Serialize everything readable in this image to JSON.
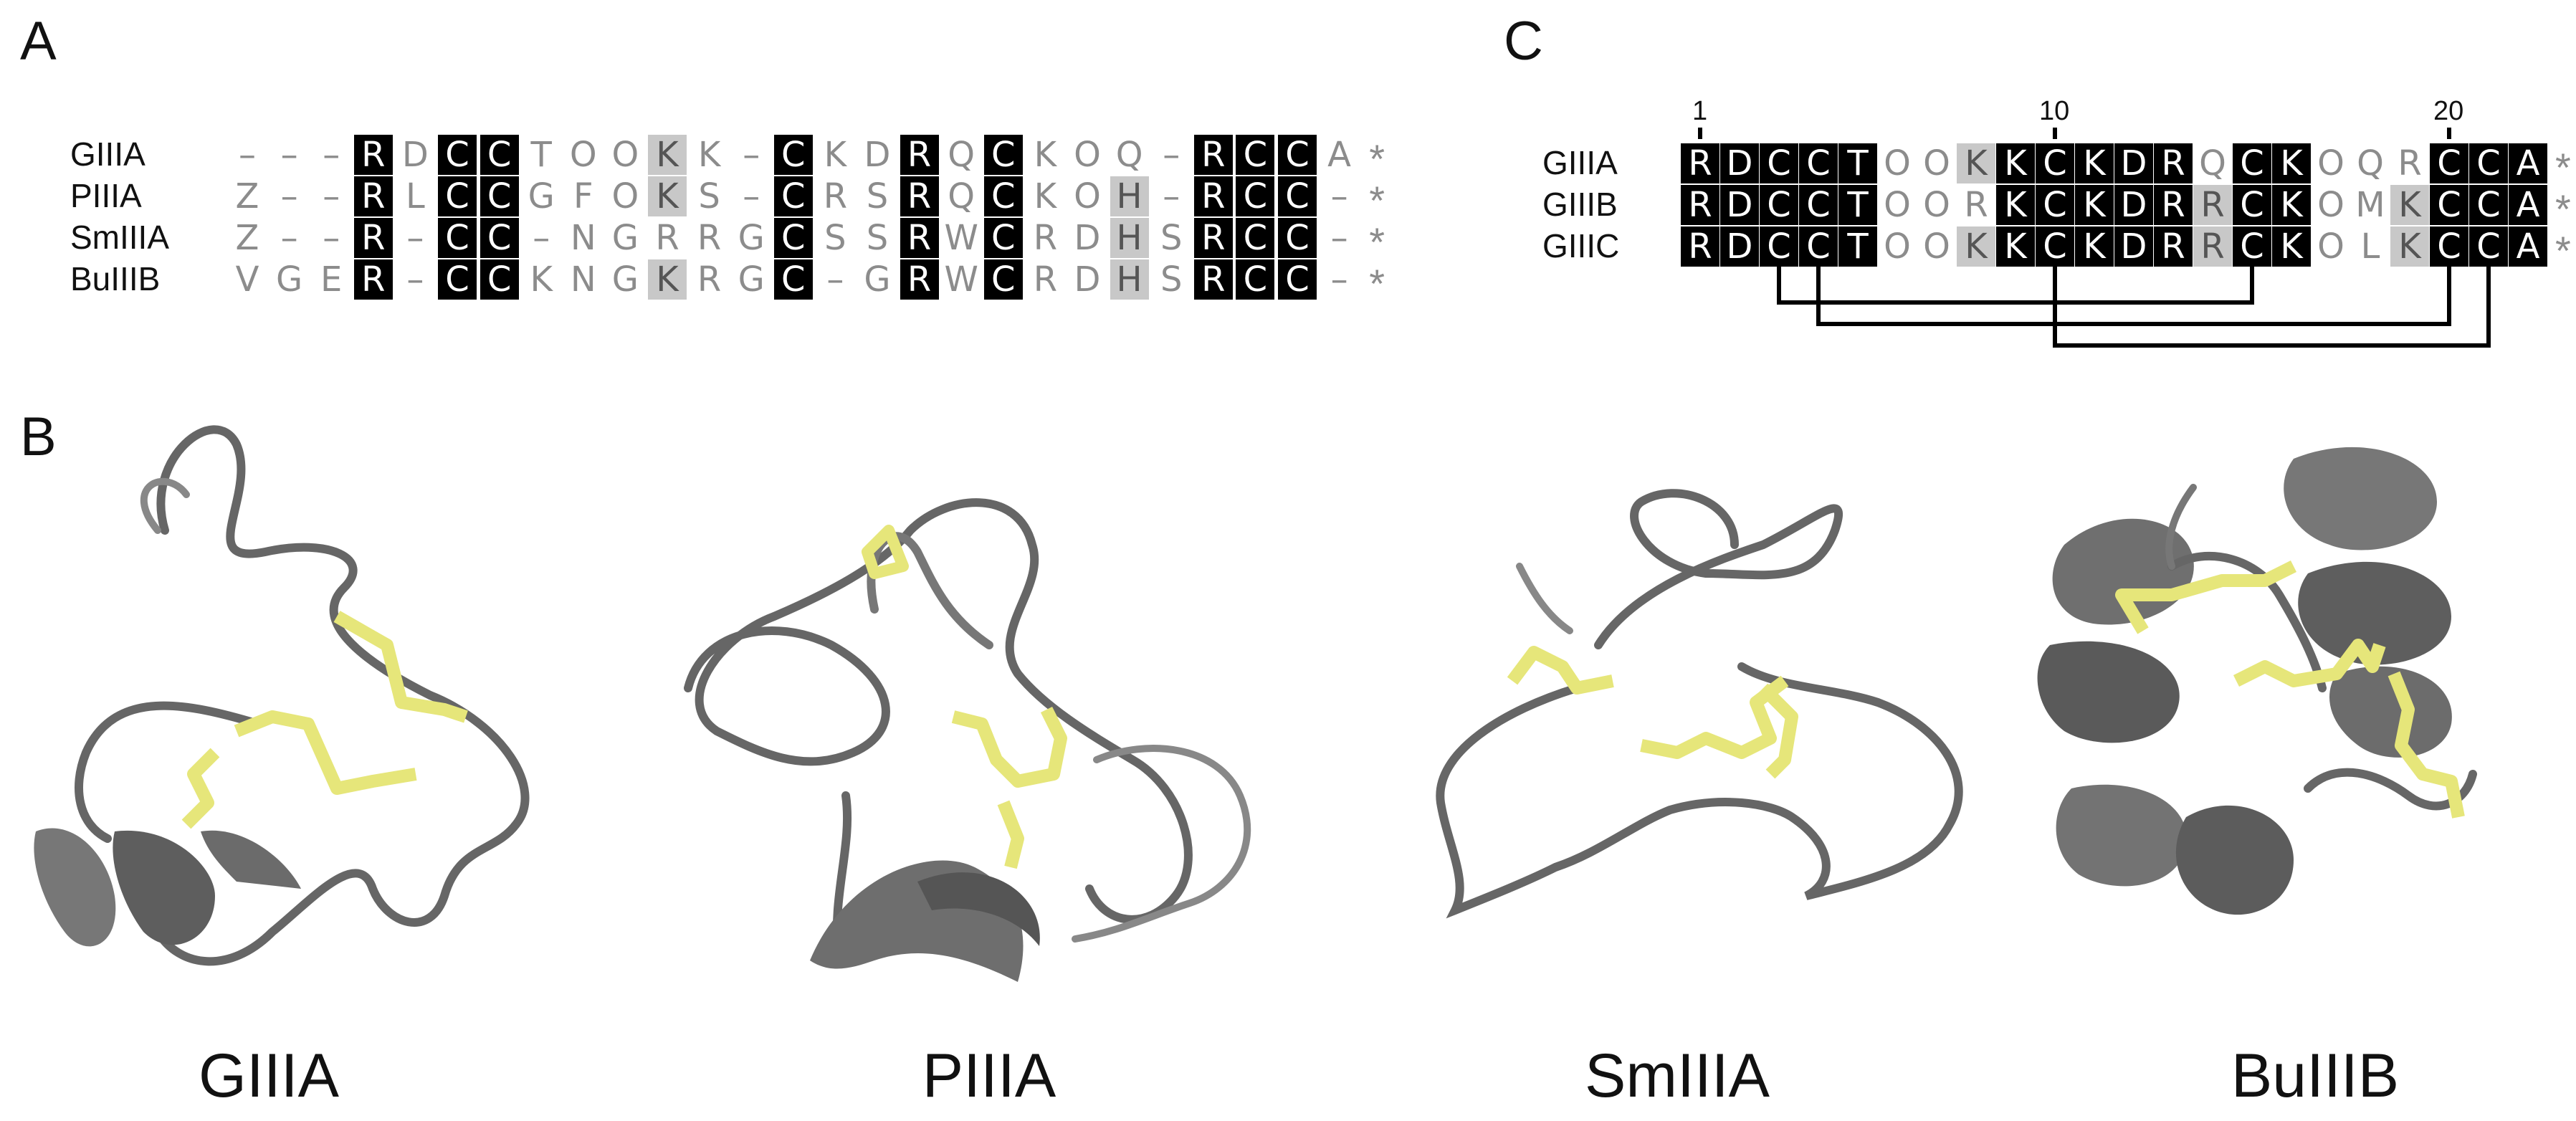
{
  "panels": {
    "a": "A",
    "b": "B",
    "c": "C"
  },
  "colors": {
    "black": "#000000",
    "gray_shade": "#c8c8c8",
    "gray_text": "#8c8c8c",
    "disulfide": "#e6e67a",
    "backbone": "#606060"
  },
  "alignment_a": {
    "star": "*",
    "rows": [
      {
        "name": "GIIIA",
        "residues": [
          {
            "c": "–",
            "s": "n"
          },
          {
            "c": "–",
            "s": "n"
          },
          {
            "c": "–",
            "s": "n"
          },
          {
            "c": "R",
            "s": "b"
          },
          {
            "c": "D",
            "s": "n"
          },
          {
            "c": "C",
            "s": "b"
          },
          {
            "c": "C",
            "s": "b"
          },
          {
            "c": "T",
            "s": "n"
          },
          {
            "c": "O",
            "s": "n"
          },
          {
            "c": "O",
            "s": "n"
          },
          {
            "c": "K",
            "s": "g"
          },
          {
            "c": "K",
            "s": "n"
          },
          {
            "c": "–",
            "s": "n"
          },
          {
            "c": "C",
            "s": "b"
          },
          {
            "c": "K",
            "s": "n"
          },
          {
            "c": "D",
            "s": "n"
          },
          {
            "c": "R",
            "s": "b"
          },
          {
            "c": "Q",
            "s": "n"
          },
          {
            "c": "C",
            "s": "b"
          },
          {
            "c": "K",
            "s": "n"
          },
          {
            "c": "O",
            "s": "n"
          },
          {
            "c": "Q",
            "s": "n"
          },
          {
            "c": "–",
            "s": "n"
          },
          {
            "c": "R",
            "s": "b"
          },
          {
            "c": "C",
            "s": "b"
          },
          {
            "c": "C",
            "s": "b"
          },
          {
            "c": "A",
            "s": "n"
          }
        ]
      },
      {
        "name": "PIIIA",
        "residues": [
          {
            "c": "Z",
            "s": "n"
          },
          {
            "c": "–",
            "s": "n"
          },
          {
            "c": "–",
            "s": "n"
          },
          {
            "c": "R",
            "s": "b"
          },
          {
            "c": "L",
            "s": "n"
          },
          {
            "c": "C",
            "s": "b"
          },
          {
            "c": "C",
            "s": "b"
          },
          {
            "c": "G",
            "s": "n"
          },
          {
            "c": "F",
            "s": "n"
          },
          {
            "c": "O",
            "s": "n"
          },
          {
            "c": "K",
            "s": "g"
          },
          {
            "c": "S",
            "s": "n"
          },
          {
            "c": "–",
            "s": "n"
          },
          {
            "c": "C",
            "s": "b"
          },
          {
            "c": "R",
            "s": "n"
          },
          {
            "c": "S",
            "s": "n"
          },
          {
            "c": "R",
            "s": "b"
          },
          {
            "c": "Q",
            "s": "n"
          },
          {
            "c": "C",
            "s": "b"
          },
          {
            "c": "K",
            "s": "n"
          },
          {
            "c": "O",
            "s": "n"
          },
          {
            "c": "H",
            "s": "g"
          },
          {
            "c": "–",
            "s": "n"
          },
          {
            "c": "R",
            "s": "b"
          },
          {
            "c": "C",
            "s": "b"
          },
          {
            "c": "C",
            "s": "b"
          },
          {
            "c": "–",
            "s": "n"
          }
        ]
      },
      {
        "name": "SmIIIA",
        "residues": [
          {
            "c": "Z",
            "s": "n"
          },
          {
            "c": "–",
            "s": "n"
          },
          {
            "c": "–",
            "s": "n"
          },
          {
            "c": "R",
            "s": "b"
          },
          {
            "c": "–",
            "s": "n"
          },
          {
            "c": "C",
            "s": "b"
          },
          {
            "c": "C",
            "s": "b"
          },
          {
            "c": "–",
            "s": "n"
          },
          {
            "c": "N",
            "s": "n"
          },
          {
            "c": "G",
            "s": "n"
          },
          {
            "c": "R",
            "s": "n"
          },
          {
            "c": "R",
            "s": "n"
          },
          {
            "c": "G",
            "s": "n"
          },
          {
            "c": "C",
            "s": "b"
          },
          {
            "c": "S",
            "s": "n"
          },
          {
            "c": "S",
            "s": "n"
          },
          {
            "c": "R",
            "s": "b"
          },
          {
            "c": "W",
            "s": "n"
          },
          {
            "c": "C",
            "s": "b"
          },
          {
            "c": "R",
            "s": "n"
          },
          {
            "c": "D",
            "s": "n"
          },
          {
            "c": "H",
            "s": "g"
          },
          {
            "c": "S",
            "s": "n"
          },
          {
            "c": "R",
            "s": "b"
          },
          {
            "c": "C",
            "s": "b"
          },
          {
            "c": "C",
            "s": "b"
          },
          {
            "c": "–",
            "s": "n"
          }
        ]
      },
      {
        "name": "BuIIIB",
        "residues": [
          {
            "c": "V",
            "s": "n"
          },
          {
            "c": "G",
            "s": "n"
          },
          {
            "c": "E",
            "s": "n"
          },
          {
            "c": "R",
            "s": "b"
          },
          {
            "c": "–",
            "s": "n"
          },
          {
            "c": "C",
            "s": "b"
          },
          {
            "c": "C",
            "s": "b"
          },
          {
            "c": "K",
            "s": "n"
          },
          {
            "c": "N",
            "s": "n"
          },
          {
            "c": "G",
            "s": "n"
          },
          {
            "c": "K",
            "s": "g"
          },
          {
            "c": "R",
            "s": "n"
          },
          {
            "c": "G",
            "s": "n"
          },
          {
            "c": "C",
            "s": "b"
          },
          {
            "c": "–",
            "s": "n"
          },
          {
            "c": "G",
            "s": "n"
          },
          {
            "c": "R",
            "s": "b"
          },
          {
            "c": "W",
            "s": "n"
          },
          {
            "c": "C",
            "s": "b"
          },
          {
            "c": "R",
            "s": "n"
          },
          {
            "c": "D",
            "s": "n"
          },
          {
            "c": "H",
            "s": "g"
          },
          {
            "c": "S",
            "s": "n"
          },
          {
            "c": "R",
            "s": "b"
          },
          {
            "c": "C",
            "s": "b"
          },
          {
            "c": "C",
            "s": "b"
          },
          {
            "c": "–",
            "s": "n"
          }
        ]
      }
    ]
  },
  "alignment_c": {
    "star": "*",
    "ticks": [
      {
        "pos": 1,
        "label": "1"
      },
      {
        "pos": 10,
        "label": "10"
      },
      {
        "pos": 20,
        "label": "20"
      }
    ],
    "rows": [
      {
        "name": "GIIIA",
        "residues": [
          {
            "c": "R",
            "s": "b"
          },
          {
            "c": "D",
            "s": "b"
          },
          {
            "c": "C",
            "s": "b"
          },
          {
            "c": "C",
            "s": "b"
          },
          {
            "c": "T",
            "s": "b"
          },
          {
            "c": "O",
            "s": "n"
          },
          {
            "c": "O",
            "s": "n"
          },
          {
            "c": "K",
            "s": "g"
          },
          {
            "c": "K",
            "s": "b"
          },
          {
            "c": "C",
            "s": "b"
          },
          {
            "c": "K",
            "s": "b"
          },
          {
            "c": "D",
            "s": "b"
          },
          {
            "c": "R",
            "s": "b"
          },
          {
            "c": "Q",
            "s": "n"
          },
          {
            "c": "C",
            "s": "b"
          },
          {
            "c": "K",
            "s": "b"
          },
          {
            "c": "O",
            "s": "n"
          },
          {
            "c": "Q",
            "s": "n"
          },
          {
            "c": "R",
            "s": "n"
          },
          {
            "c": "C",
            "s": "b"
          },
          {
            "c": "C",
            "s": "b"
          },
          {
            "c": "A",
            "s": "b"
          }
        ]
      },
      {
        "name": "GIIIB",
        "residues": [
          {
            "c": "R",
            "s": "b"
          },
          {
            "c": "D",
            "s": "b"
          },
          {
            "c": "C",
            "s": "b"
          },
          {
            "c": "C",
            "s": "b"
          },
          {
            "c": "T",
            "s": "b"
          },
          {
            "c": "O",
            "s": "n"
          },
          {
            "c": "O",
            "s": "n"
          },
          {
            "c": "R",
            "s": "n"
          },
          {
            "c": "K",
            "s": "b"
          },
          {
            "c": "C",
            "s": "b"
          },
          {
            "c": "K",
            "s": "b"
          },
          {
            "c": "D",
            "s": "b"
          },
          {
            "c": "R",
            "s": "b"
          },
          {
            "c": "R",
            "s": "g"
          },
          {
            "c": "C",
            "s": "b"
          },
          {
            "c": "K",
            "s": "b"
          },
          {
            "c": "O",
            "s": "n"
          },
          {
            "c": "M",
            "s": "n"
          },
          {
            "c": "K",
            "s": "g"
          },
          {
            "c": "C",
            "s": "b"
          },
          {
            "c": "C",
            "s": "b"
          },
          {
            "c": "A",
            "s": "b"
          }
        ]
      },
      {
        "name": "GIIIC",
        "residues": [
          {
            "c": "R",
            "s": "b"
          },
          {
            "c": "D",
            "s": "b"
          },
          {
            "c": "C",
            "s": "b"
          },
          {
            "c": "C",
            "s": "b"
          },
          {
            "c": "T",
            "s": "b"
          },
          {
            "c": "O",
            "s": "n"
          },
          {
            "c": "O",
            "s": "n"
          },
          {
            "c": "K",
            "s": "g"
          },
          {
            "c": "K",
            "s": "b"
          },
          {
            "c": "C",
            "s": "b"
          },
          {
            "c": "K",
            "s": "b"
          },
          {
            "c": "D",
            "s": "b"
          },
          {
            "c": "R",
            "s": "b"
          },
          {
            "c": "R",
            "s": "g"
          },
          {
            "c": "C",
            "s": "b"
          },
          {
            "c": "K",
            "s": "b"
          },
          {
            "c": "O",
            "s": "n"
          },
          {
            "c": "L",
            "s": "n"
          },
          {
            "c": "K",
            "s": "g"
          },
          {
            "c": "C",
            "s": "b"
          },
          {
            "c": "C",
            "s": "b"
          },
          {
            "c": "A",
            "s": "b"
          }
        ]
      }
    ],
    "disulfides": [
      [
        3,
        15
      ],
      [
        4,
        20
      ],
      [
        10,
        21
      ]
    ]
  },
  "structures": [
    {
      "name": "GIIIA"
    },
    {
      "name": "PIIIA"
    },
    {
      "name": "SmIIIA"
    },
    {
      "name": "BuIIIB"
    }
  ]
}
